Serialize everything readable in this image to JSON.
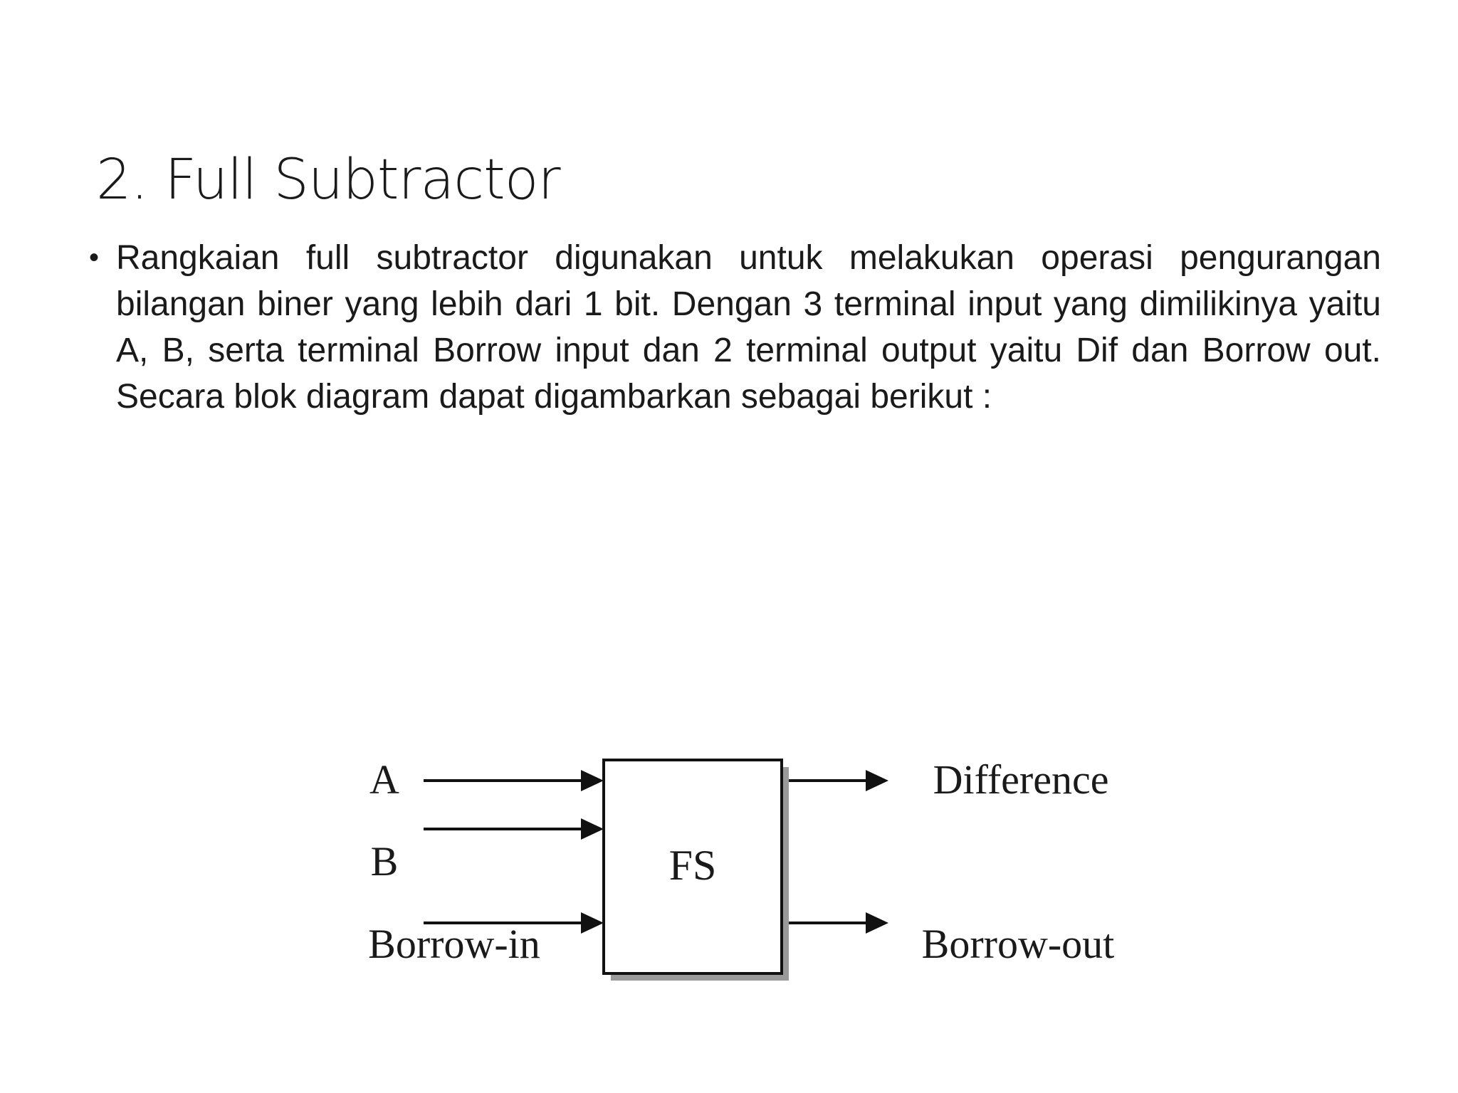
{
  "slide": {
    "title": "2. Full Subtractor",
    "bullet_marker": "•",
    "paragraph": "Rangkaian full subtractor digunakan untuk melakukan operasi pengurangan bilangan biner yang lebih dari 1 bit. Dengan 3 terminal input yang dimilikinya yaitu A, B, serta terminal Borrow input dan 2 terminal output yaitu Dif dan Borrow out. Secara blok diagram dapat digambarkan sebagai berikut :"
  },
  "diagram": {
    "block_label": "FS",
    "inputs": {
      "a": "A",
      "b": "B",
      "borrow_in": "Borrow-in"
    },
    "outputs": {
      "difference": "Difference",
      "borrow_out": "Borrow-out"
    }
  }
}
